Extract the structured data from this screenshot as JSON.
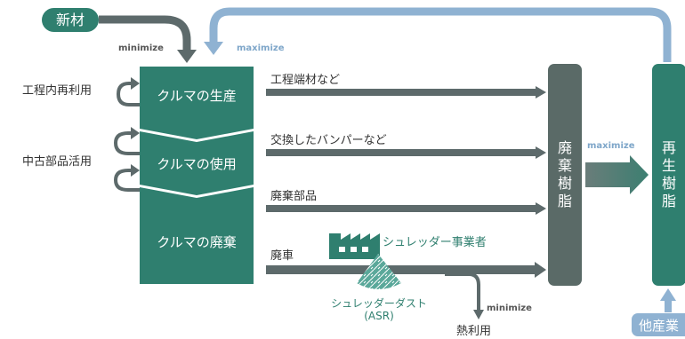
{
  "labels": {
    "new_material": "新材",
    "minimize_top": "minimize",
    "maximize_top": "maximize",
    "inhouse_reuse": "工程内再利用",
    "used_parts": "中古部品活用",
    "stage_production": "クルマの生産",
    "stage_use": "クルマの使用",
    "stage_disposal": "クルマの廃棄",
    "flow_scrap": "工程端材など",
    "flow_bumper": "交換したバンパーなど",
    "flow_parts": "廃棄部品",
    "flow_vehicle": "廃車",
    "shredder": "シュレッダー事業者",
    "asr_line1": "シュレッダーダスト",
    "asr_line2": "(ASR)",
    "minimize_bottom": "minimize",
    "heat_use": "熱利用",
    "waste_resin": [
      "廃",
      "棄",
      "樹",
      "脂"
    ],
    "maximize_mid": "maximize",
    "recycled_resin": [
      "再",
      "生",
      "樹",
      "脂"
    ],
    "other_industries": "他産業"
  },
  "colors": {
    "green": "#2f7f6f",
    "dark_gray": "#5a6a67",
    "arrow_gray": "#5d6a6b",
    "light_blue": "#8fb2d2",
    "label_blue": "#7ea6c9",
    "minimize_text": "#555555"
  },
  "icons": [
    "factory-icon",
    "asr-dust-icon"
  ]
}
